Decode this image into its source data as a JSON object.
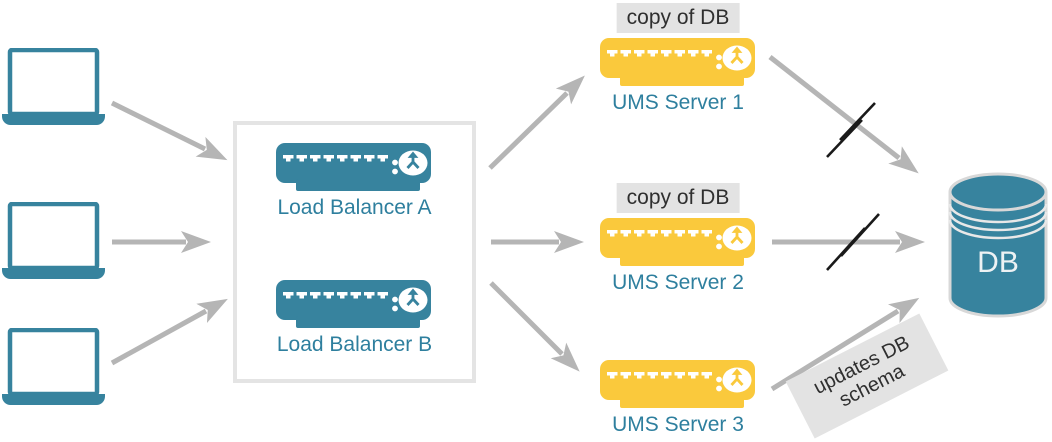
{
  "diagram_type": "load-balancing architecture",
  "colors": {
    "teal": "#37839E",
    "yellow": "#FAC93C",
    "node_label_teal": "#2E7F9E",
    "arrow_gray": "#B5B5B5",
    "slash_black": "#1A1A1A",
    "badge_bg": "#E3E3E3",
    "badge_text": "#2F2F2F",
    "box_border": "#E4E4E4",
    "db_text": "#EDF2F4"
  },
  "load_balancer_box": {
    "items": [
      {
        "label": "Load Balancer A"
      },
      {
        "label": "Load Balancer B"
      }
    ]
  },
  "ums_servers": [
    {
      "label": "UMS Server 1",
      "badge": "copy of DB"
    },
    {
      "label": "UMS Server 2",
      "badge": "copy of DB"
    },
    {
      "label": "UMS Server 3"
    }
  ],
  "database": {
    "label": "DB"
  },
  "annotations": {
    "updates_schema": {
      "line1": "updates DB",
      "line2": "schema"
    }
  }
}
